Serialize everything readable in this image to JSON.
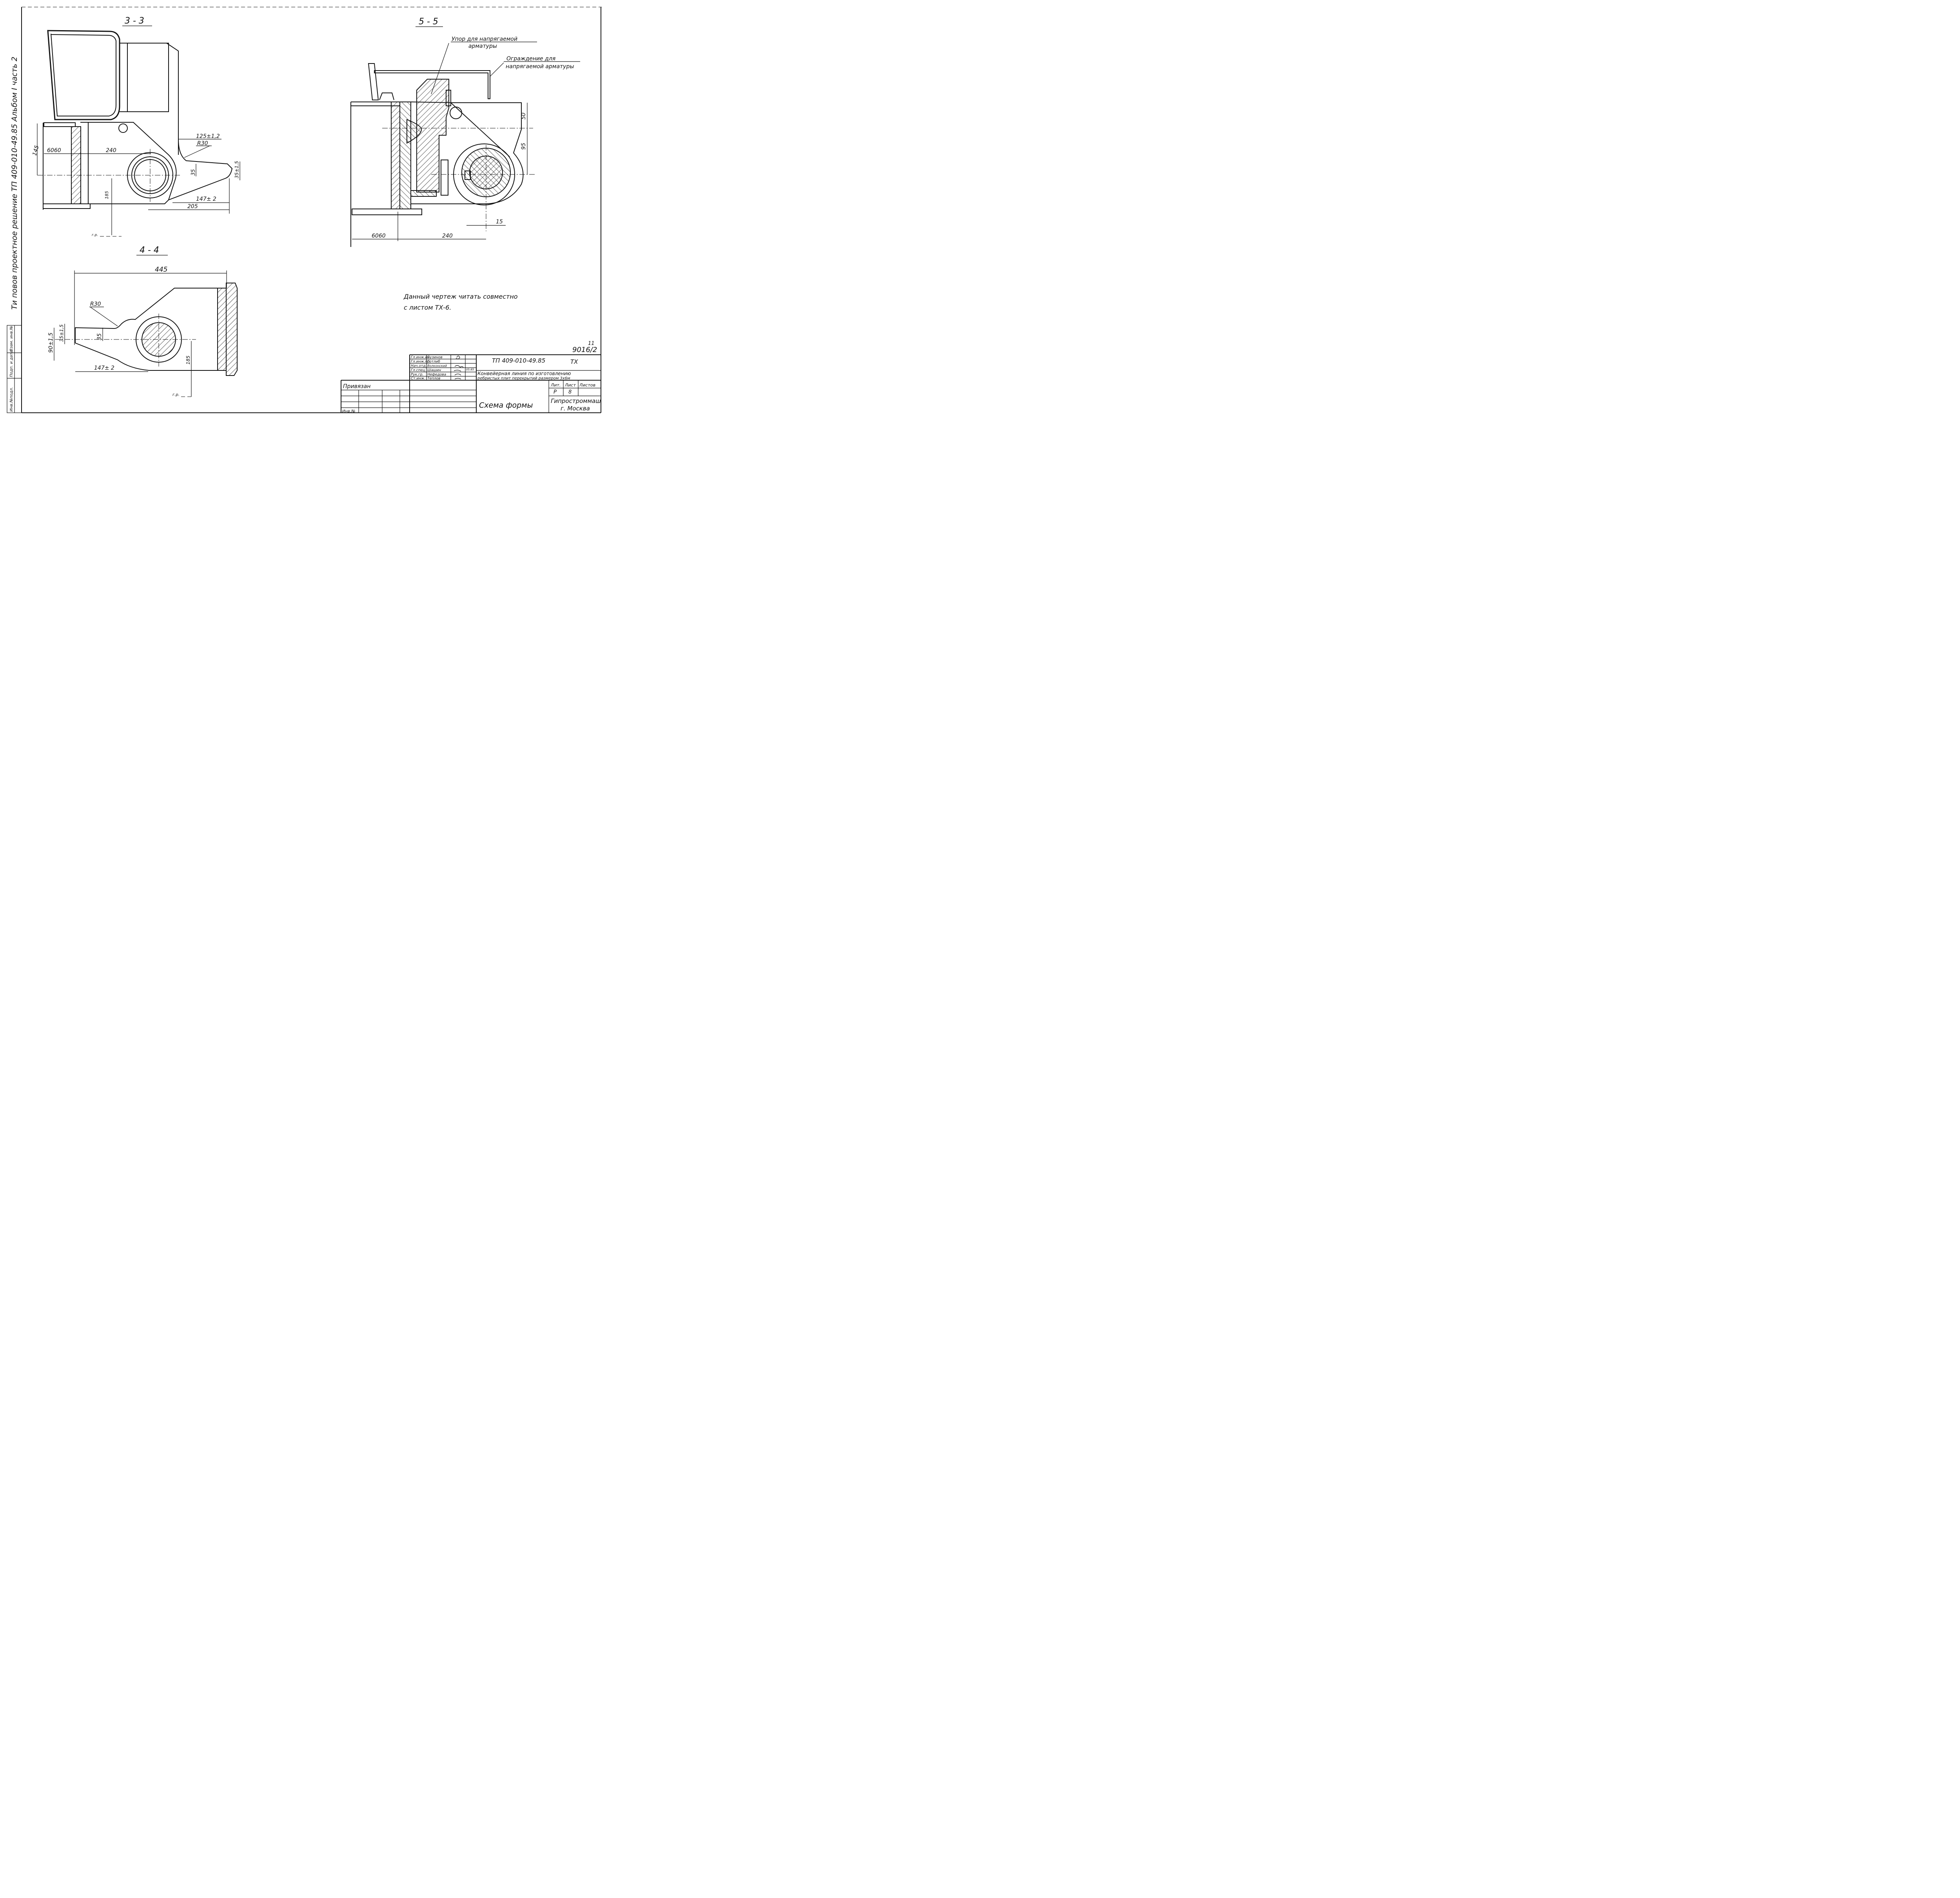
{
  "side_strip": {
    "text": "Ти повов   проектное   решение      ТП 409-010-49.85  Альбом I  часть 2",
    "cells": [
      "Инв.№подл.",
      "Подп. и дата",
      "Взам. инв.№"
    ]
  },
  "sections": {
    "s33": {
      "title": "3 - 3",
      "dims": [
        "145",
        "6060",
        "240",
        "125±1,2",
        "R30",
        "35",
        "35±1,5",
        "185",
        "147± 2",
        "205"
      ],
      "level": "г.р."
    },
    "s44": {
      "title": "4 - 4",
      "dims": [
        "445",
        "R30",
        "90±1,5",
        "35±1,5",
        "35",
        "147± 2",
        "185"
      ],
      "level": "г.р."
    },
    "s55": {
      "title": "5 - 5",
      "leaders": [
        "Упор для напрягаемой",
        "арматуры",
        "Ограждение   для",
        "напрягаемой арматуры"
      ],
      "dims": [
        "50",
        "95",
        "15",
        "6060",
        "240"
      ]
    }
  },
  "note": {
    "line1": "Данный чертеж читать совместно",
    "line2": "с  листом    ТХ-6."
  },
  "title_block": {
    "sheet_code": "11",
    "sheet_code2": "9016/2",
    "doc_code": "ТП 409-010-49.85",
    "mark": "ТХ",
    "description_line1": "Конвейерная линия по изготовлению",
    "description_line2": "ребристых плит перекрытий размером 3х6м",
    "drawing_title": "Схема формы",
    "organization_line1": "Гипростроммаш",
    "organization_line2": "г. Москва",
    "lit_header": "Лит.",
    "sheet_header": "Лист",
    "sheets_header": "Листов",
    "lit_value": "Р",
    "sheet_value": "8",
    "bound_label": "Привязан",
    "inv_label": "Инв.№",
    "signatures": [
      {
        "role": "Гл.инж.ин",
        "name": "Бузинов"
      },
      {
        "role": "Гл.инж.пр.",
        "name": "Готлиб"
      },
      {
        "role": "Нач.отд.",
        "name": "Волконский"
      },
      {
        "role": "Гл.спец.",
        "name": "Шашин"
      },
      {
        "role": "Рук.гр.",
        "name": "Нефедова"
      },
      {
        "role": "Ст.инж.",
        "name": "Теплов"
      }
    ],
    "date": "05.85"
  }
}
